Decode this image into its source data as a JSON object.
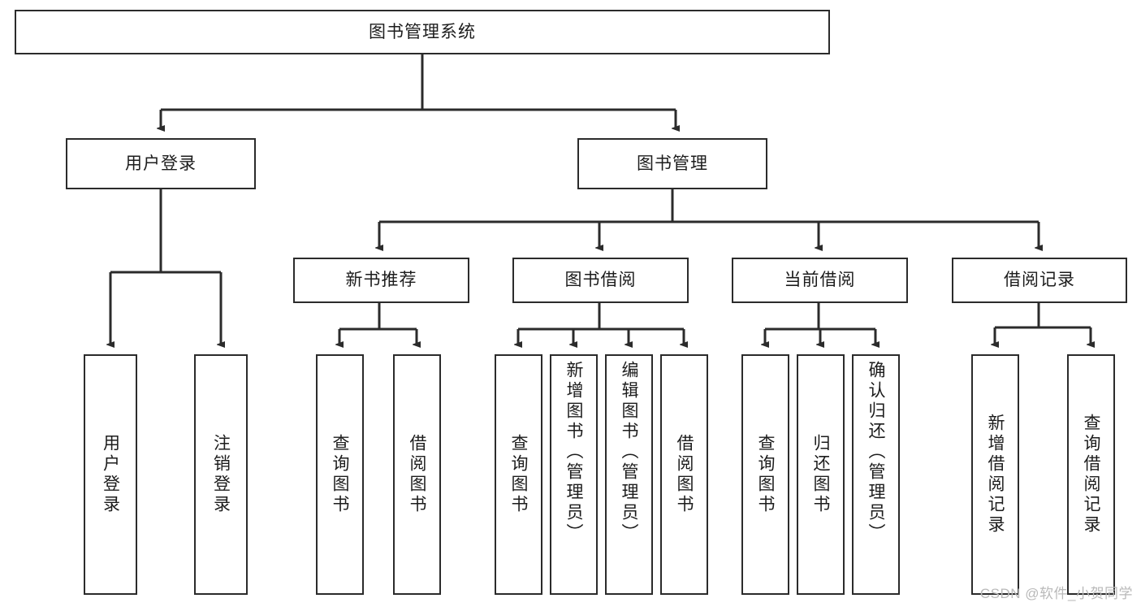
{
  "diagram": {
    "type": "tree-hierarchy",
    "title": "图书管理系统",
    "watermark": "CSDN @软件_小贺同学",
    "colors": {
      "stroke": "#2b2b2b",
      "fill": "#ffffff",
      "text": "#1c1c1c",
      "watermark": "#b9b9b9"
    },
    "nodes": {
      "root": {
        "label": "图书管理系统",
        "orientation": "horizontal"
      },
      "level2": [
        {
          "id": "user-login",
          "label": "用户登录",
          "orientation": "horizontal"
        },
        {
          "id": "book-manage",
          "label": "图书管理",
          "orientation": "horizontal"
        }
      ],
      "level3": [
        {
          "id": "new-book-recommend",
          "label": "新书推荐",
          "orientation": "horizontal"
        },
        {
          "id": "book-borrow",
          "label": "图书借阅",
          "orientation": "horizontal"
        },
        {
          "id": "current-borrow",
          "label": "当前借阅",
          "orientation": "horizontal"
        },
        {
          "id": "borrow-record",
          "label": "借阅记录",
          "orientation": "horizontal"
        }
      ],
      "leaves": [
        {
          "id": "leaf-user-login",
          "label": "用户登录",
          "parent": "user-login",
          "orientation": "vertical"
        },
        {
          "id": "leaf-logout-login",
          "label": "注销登录",
          "parent": "user-login",
          "orientation": "vertical"
        },
        {
          "id": "leaf-query-book-1",
          "label": "查询图书",
          "parent": "new-book-recommend",
          "orientation": "vertical"
        },
        {
          "id": "leaf-borrow-book-1",
          "label": "借阅图书",
          "parent": "new-book-recommend",
          "orientation": "vertical"
        },
        {
          "id": "leaf-query-book-2",
          "label": "查询图书",
          "parent": "book-borrow",
          "orientation": "vertical"
        },
        {
          "id": "leaf-add-book",
          "label": "新增图书（管理员）",
          "parent": "book-borrow",
          "orientation": "vertical"
        },
        {
          "id": "leaf-edit-book",
          "label": "编辑图书（管理员）",
          "parent": "book-borrow",
          "orientation": "vertical"
        },
        {
          "id": "leaf-borrow-book-2",
          "label": "借阅图书",
          "parent": "book-borrow",
          "orientation": "vertical"
        },
        {
          "id": "leaf-query-book-3",
          "label": "查询图书",
          "parent": "current-borrow",
          "orientation": "vertical"
        },
        {
          "id": "leaf-return-book",
          "label": "归还图书",
          "parent": "current-borrow",
          "orientation": "vertical"
        },
        {
          "id": "leaf-confirm-return",
          "label": "确认归还（管理员）",
          "parent": "current-borrow",
          "orientation": "vertical"
        },
        {
          "id": "leaf-add-record",
          "label": "新增借阅记录",
          "parent": "borrow-record",
          "orientation": "vertical"
        },
        {
          "id": "leaf-query-record",
          "label": "查询借阅记录",
          "parent": "borrow-record",
          "orientation": "vertical"
        }
      ]
    }
  }
}
